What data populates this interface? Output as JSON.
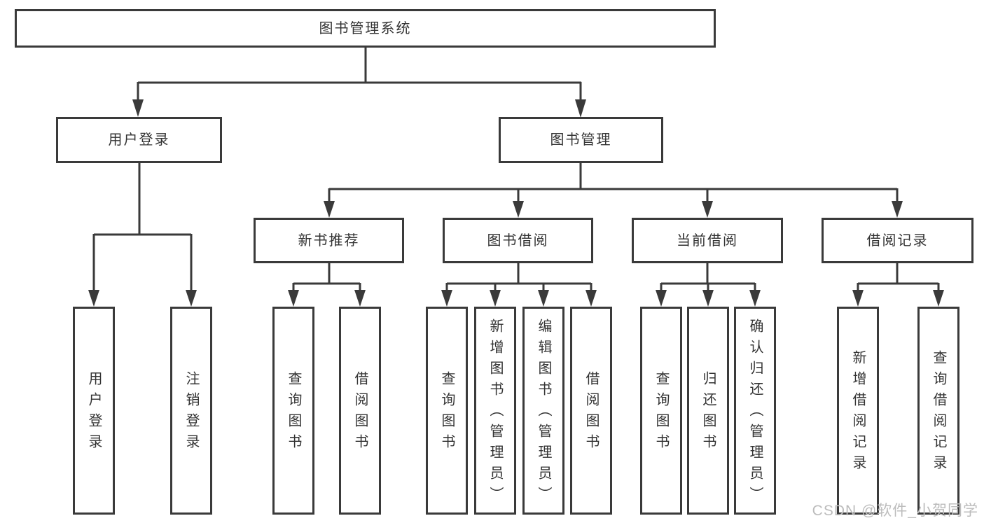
{
  "diagram": {
    "title": "图书管理系统",
    "root": {
      "label": "图书管理系统"
    },
    "level2": [
      "用户登录",
      "图书管理"
    ],
    "level3": [
      "新书推荐",
      "图书借阅",
      "当前借阅",
      "借阅记录"
    ],
    "leaves": {
      "user_login": [
        "用户登录",
        "注销登录"
      ],
      "new_book_recommend": [
        "查询图书",
        "借阅图书"
      ],
      "book_borrow": [
        "查询图书",
        "新增图书（管理员）",
        "编辑图书（管理员）",
        "借阅图书"
      ],
      "current_borrow": [
        "查询图书",
        "归还图书",
        "确认归还（管理员）"
      ],
      "borrow_records": [
        "新增借阅记录",
        "查询借阅记录"
      ]
    },
    "colors": {
      "line": "#3a3a3a",
      "text": "#333333",
      "background": "#ffffff",
      "watermark": "#bcbcbc"
    }
  },
  "watermark": {
    "text": "CSDN @软件_小贺同学"
  }
}
